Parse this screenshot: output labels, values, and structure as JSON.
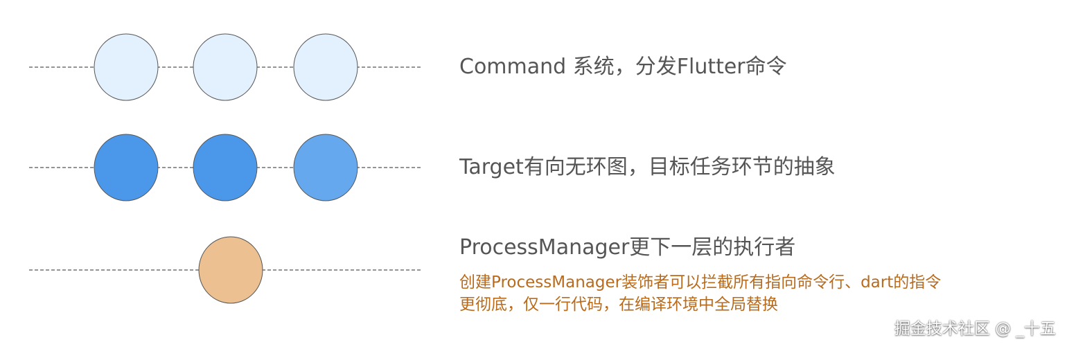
{
  "rows": [
    {
      "label": "Command 系统，分发Flutter命令",
      "circles": [
        {
          "fill": "#e3f0fd",
          "name": "command-circle-1"
        },
        {
          "fill": "#e3f0fd",
          "name": "command-circle-2"
        },
        {
          "fill": "#e3f0fd",
          "name": "command-circle-3"
        }
      ]
    },
    {
      "label": "Target有向无环图，目标任务环节的抽象",
      "circles": [
        {
          "fill": "#4b98eb",
          "name": "target-circle-1"
        },
        {
          "fill": "#4b98eb",
          "name": "target-circle-2"
        },
        {
          "fill": "#65a8ee",
          "name": "target-circle-3"
        }
      ]
    },
    {
      "label": "ProcessManager更下一层的执行者",
      "circles": [
        {
          "fill": "#ecc090",
          "name": "process-circle"
        }
      ]
    }
  ],
  "note": {
    "line1": "创建ProcessManager装饰者可以拦截所有指向命令行、dart的指令",
    "line2": "更彻底，仅一行代码，在编译环境中全局替换"
  },
  "watermark": "掘金技术社区 @ _十五",
  "colors": {
    "line": "#555555",
    "label": "#555555",
    "note": "#b86b1c",
    "circle_stroke": "#555555"
  }
}
